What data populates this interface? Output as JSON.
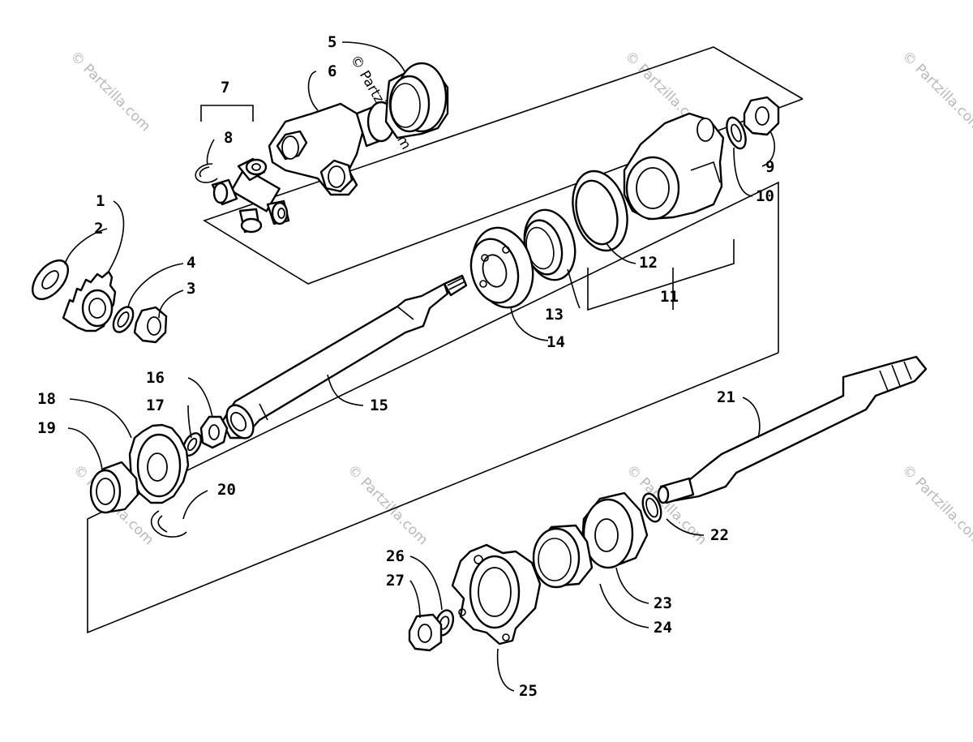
{
  "watermark": {
    "text": "© Partzilla.com",
    "color": "#b9b9b9"
  },
  "callouts": [
    "1",
    "2",
    "3",
    "4",
    "5",
    "6",
    "7",
    "8",
    "9",
    "10",
    "11",
    "12",
    "13",
    "14",
    "15",
    "16",
    "17",
    "18",
    "19",
    "20",
    "21",
    "22",
    "23",
    "24",
    "25",
    "26",
    "27"
  ]
}
